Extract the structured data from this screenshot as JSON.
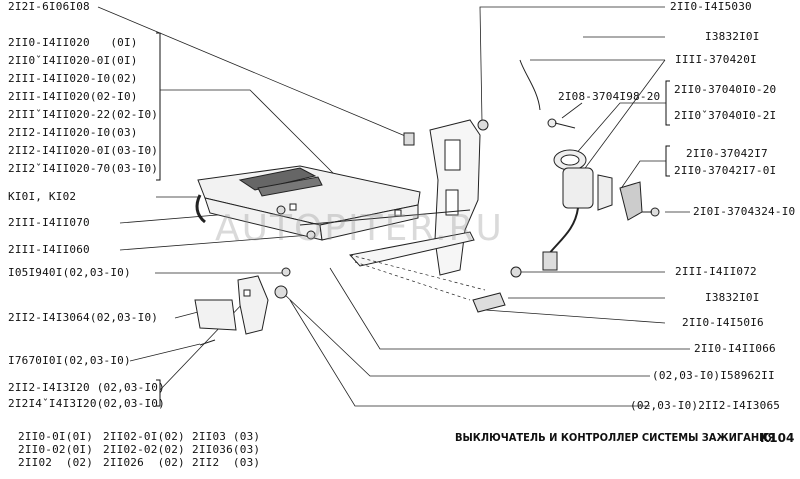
{
  "diagram": {
    "title": "ВЫКЛЮЧАТЕЛЬ И КОНТРОЛЛЕР СИСТЕМЫ ЗАЖИГАНИЯ",
    "page_code": "K104",
    "watermark": "AUTOPITER.RU",
    "left_labels": [
      "2I2I-6I06I08",
      "2II0-I4II020   (0I)",
      "2II0ˇI4II020-0I(0I)",
      "2III-I4II020-I0(02)",
      "2III-I4II020(02-I0)",
      "2IIIˇI4II020-22(02-I0)",
      "2II2-I4II020-I0(03)",
      "2II2-I4II020-0I(03-I0)",
      "2II2ˇI4II020-70(03-I0)",
      "KI0I, KI02",
      "2III-I4II070",
      "2III-I4II060",
      "I05I940I(02,03-I0)",
      "2II2-I4I3064(02,03-I0)",
      "I7670I0I(02,03-I0)",
      "2II2-I4I3I20 (02,03-I0)",
      "2I2I4ˇI4I3I20(02,03-I0)"
    ],
    "right_labels": [
      "2II0-I4I5030",
      "I3832I0I",
      "IIII-370420I",
      "2I08-3704I98-20",
      "2II0-37040I0-20",
      "2II0ˇ37040I0-2I",
      "2II0-37042I7",
      "2II0-37042I7-0I",
      "2I0I-3704324-I0",
      "2III-I4II072",
      "I3832I0I",
      "2II0-I4I50I6",
      "2II0-I4II066",
      "(02,03-I0)I58962II",
      "(02,03-I0)2II2-I4I3065"
    ],
    "legend": [
      [
        "2II0-0I(0I)",
        "2II02-0I(02)",
        "2II03 (03)"
      ],
      [
        "2II0-02(0I)",
        "2II02-02(02)",
        "2II036(03)"
      ],
      [
        "2II02  (02)",
        "2II026  (02)",
        "2II2  (03)"
      ]
    ]
  }
}
